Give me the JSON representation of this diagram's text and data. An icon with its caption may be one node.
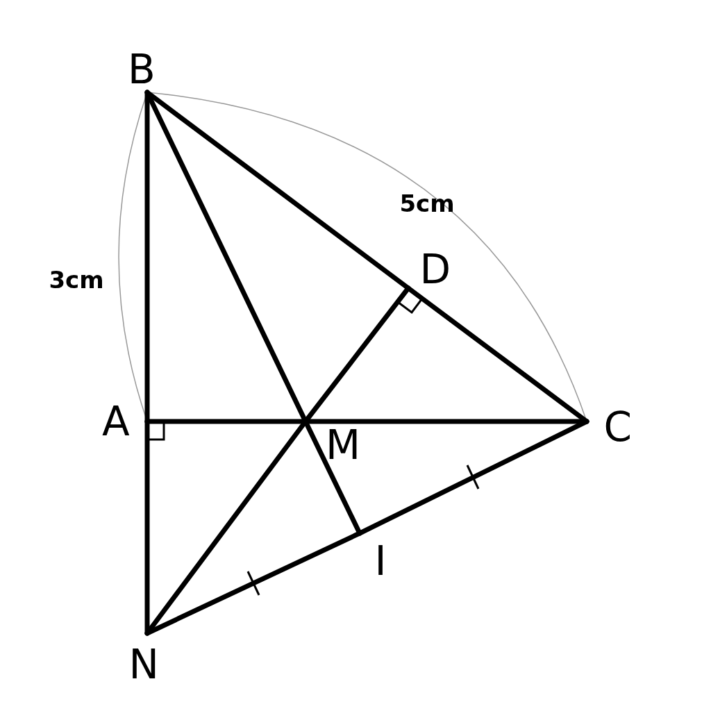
{
  "diagram": {
    "nodes": [
      {
        "text": [
          "B"
        ]
      },
      {
        "text": [
          "D"
        ]
      },
      {
        "text": [
          "A"
        ]
      },
      {
        "text": [
          "C"
        ]
      },
      {
        "text": [
          "M"
        ]
      },
      {
        "text": [
          "I"
        ]
      },
      {
        "text": [
          "N"
        ]
      }
    ],
    "edges": [
      {
        "from": 0,
        "to": 2,
        "arrow": "none"
      },
      {
        "from": 2,
        "to": 6,
        "arrow": "none"
      },
      {
        "from": 0,
        "to": 1,
        "arrow": "none"
      },
      {
        "from": 1,
        "to": 3,
        "arrow": "none"
      },
      {
        "from": 2,
        "to": 4,
        "arrow": "none"
      },
      {
        "from": 4,
        "to": 3,
        "arrow": "none"
      },
      {
        "from": 0,
        "to": 4,
        "arrow": "none"
      },
      {
        "from": 4,
        "to": 1,
        "arrow": "none"
      },
      {
        "from": 6,
        "to": 4,
        "arrow": "none"
      },
      {
        "from": 6,
        "to": 5,
        "arrow": "none"
      },
      {
        "from": 5,
        "to": 3,
        "arrow": "none"
      },
      {
        "from": 4,
        "to": 5,
        "arrow": "none"
      }
    ],
    "labels": [
      "5cm",
      "3cm"
    ]
  }
}
